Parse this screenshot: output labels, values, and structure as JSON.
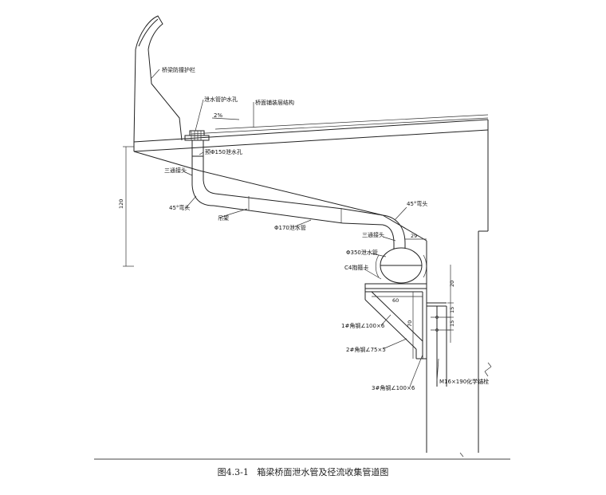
{
  "labels": {
    "guardrail": "桥梁防撞护栏",
    "drain_grate": "泄水管护水孔",
    "slope": "2%",
    "bridge_pavement": "桥面铺装层结构",
    "drain_hole": "预Φ150泄水孔",
    "tee_left": "三通接头",
    "elbow_left": "45°弯头",
    "hanger": "吊架",
    "pipe_170": "Φ170泄水管",
    "elbow_right": "45°弯头",
    "tee_right": "三通接头",
    "pipe_350": "Φ350泄水管",
    "clamp": "C4抱箍卡",
    "angle1": "1#角钢∠100×6",
    "angle2": "2#角钢∠75×5",
    "angle3": "3#角钢∠100×6",
    "bolt": "M16×190化学锚栓"
  },
  "dimensions": {
    "d120": "120",
    "d29": "29",
    "d60": "60",
    "d20": "20",
    "d15a": "15",
    "d15b": "15",
    "d70": "70"
  },
  "caption": {
    "number": "图4.3-1",
    "title": "箱梁桥面泄水管及径流收集管道图"
  }
}
